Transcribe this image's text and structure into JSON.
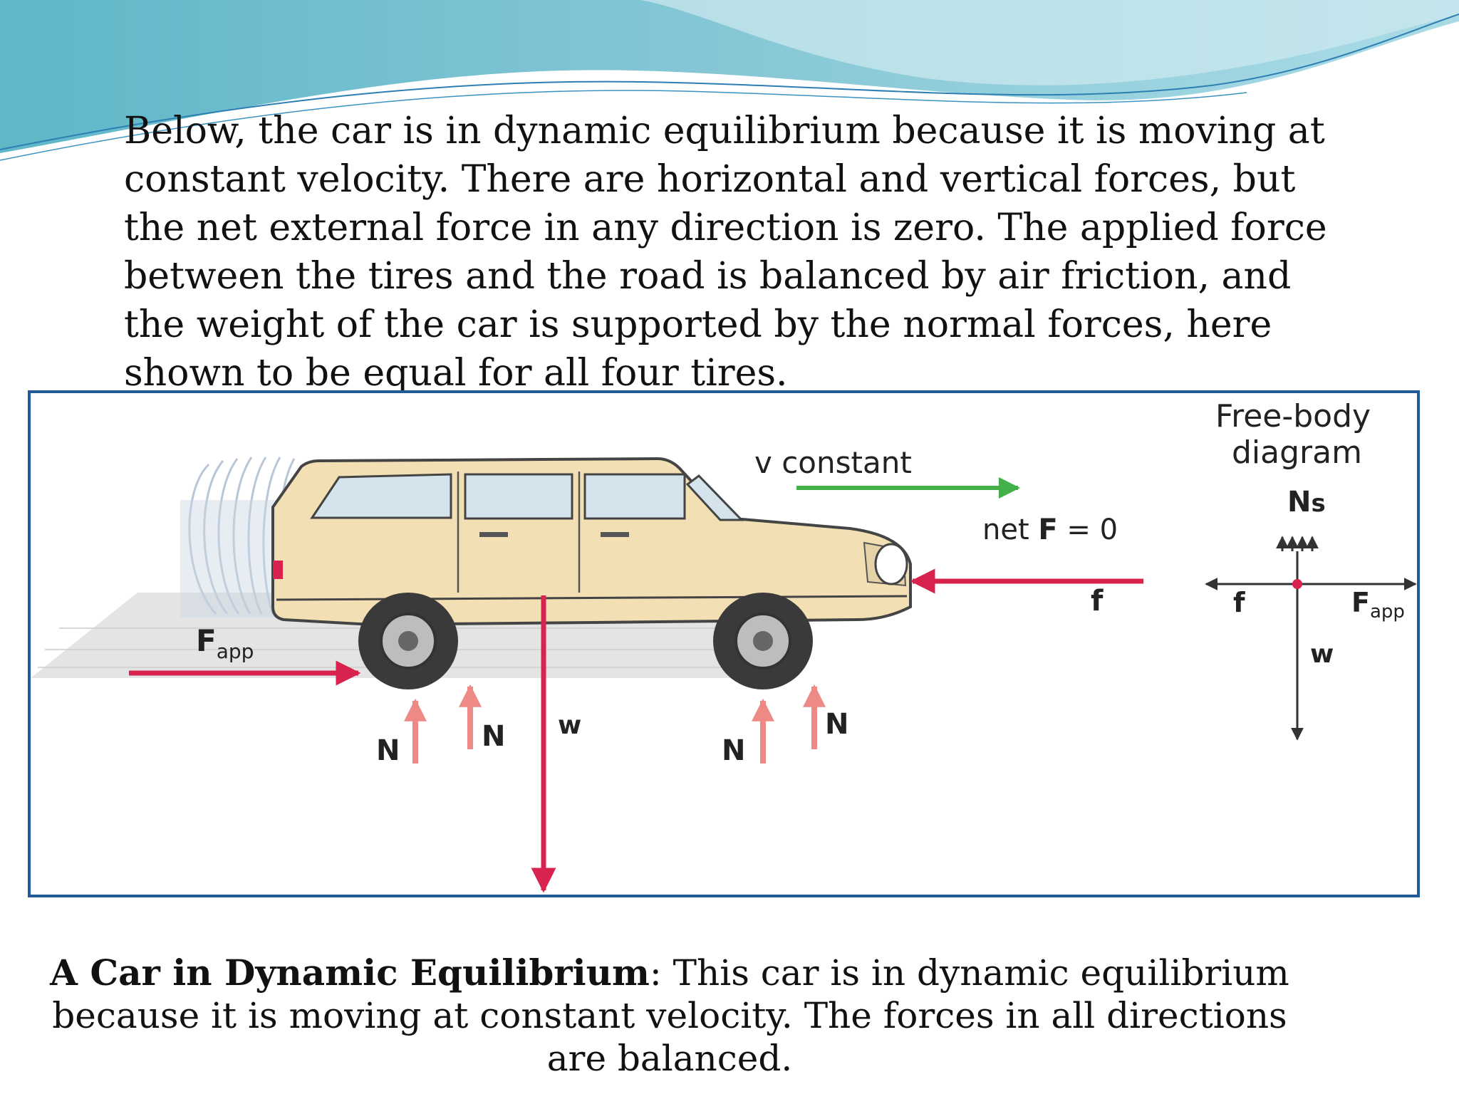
{
  "slide": {
    "intro": "Below, the car is in dynamic equilibrium because it is moving at constant velocity. There are horizontal and vertical forces, but the net external force in any direction is zero. The applied force between the tires and the road is balanced by air friction, and the weight of the car is supported by the normal forces, here shown to be equal for all four tires.",
    "caption_title": "A Car in Dynamic Equilibrium",
    "caption_sep": ":",
    "caption_body": " This car is in dynamic equilibrium because it is moving at constant velocity. The forces in all directions are balanced."
  },
  "diagram": {
    "free_body_title_1": "Free-body",
    "free_body_title_2": "diagram",
    "velocity_label": "v constant",
    "net_prefix": "net ",
    "net_bold": "F",
    "net_suffix": " = 0",
    "friction_label": "f",
    "applied_main": "F",
    "applied_sub": "app",
    "weight_label": "w",
    "normal_label": "N",
    "normal_s_main": "N",
    "normal_s_sub": "s",
    "fbd_friction": "f",
    "fbd_applied_main": "F",
    "fbd_applied_sub": "app",
    "fbd_weight": "w"
  },
  "colors": {
    "frame_border": "#1f5a96",
    "force_arrow": "#d8234f",
    "normal_arrow": "#ee8a86",
    "velocity_arrow": "#44b04a",
    "car_body": "#f2dfb3"
  }
}
